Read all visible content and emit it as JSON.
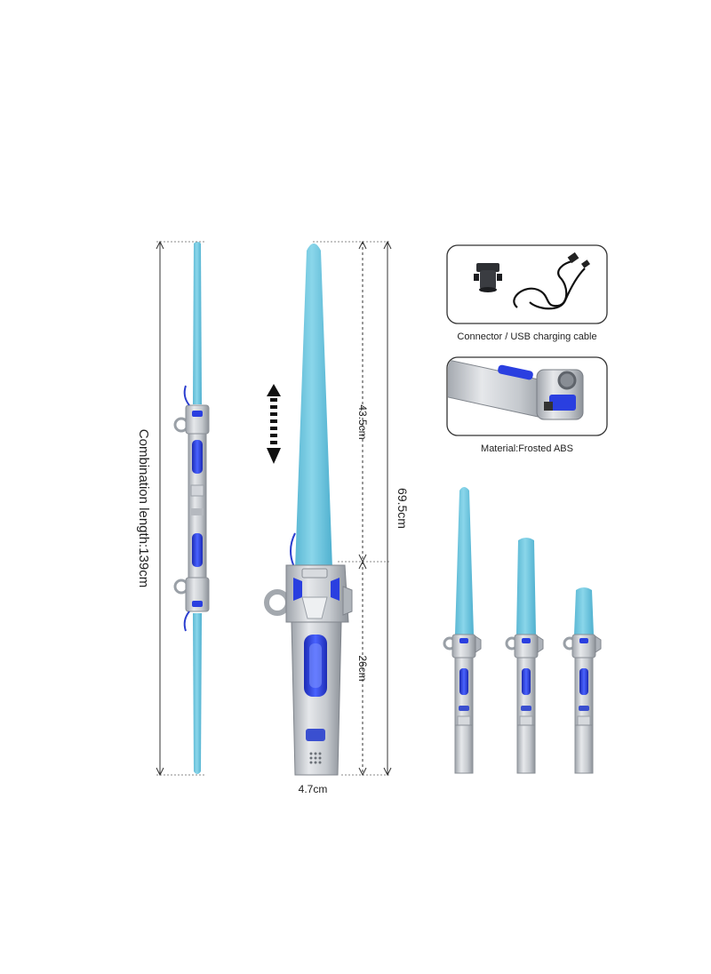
{
  "labels": {
    "combination_length": "Combination length:139cm",
    "total_length": "69.5cm",
    "blade_length": "43.5cm",
    "hilt_length": "26cm",
    "hilt_width": "4.7cm"
  },
  "accessories": [
    {
      "caption": "Connector / USB charging cable"
    },
    {
      "caption": "Material:Frosted ABS"
    }
  ],
  "colors": {
    "blade": "#6fc6df",
    "hilt_silver": "#c9ccd1",
    "accent_blue": "#2a3fe0",
    "text": "#222222"
  },
  "icons": [
    "double-arrow-icon",
    "connector-icon",
    "usb-cable-icon"
  ]
}
